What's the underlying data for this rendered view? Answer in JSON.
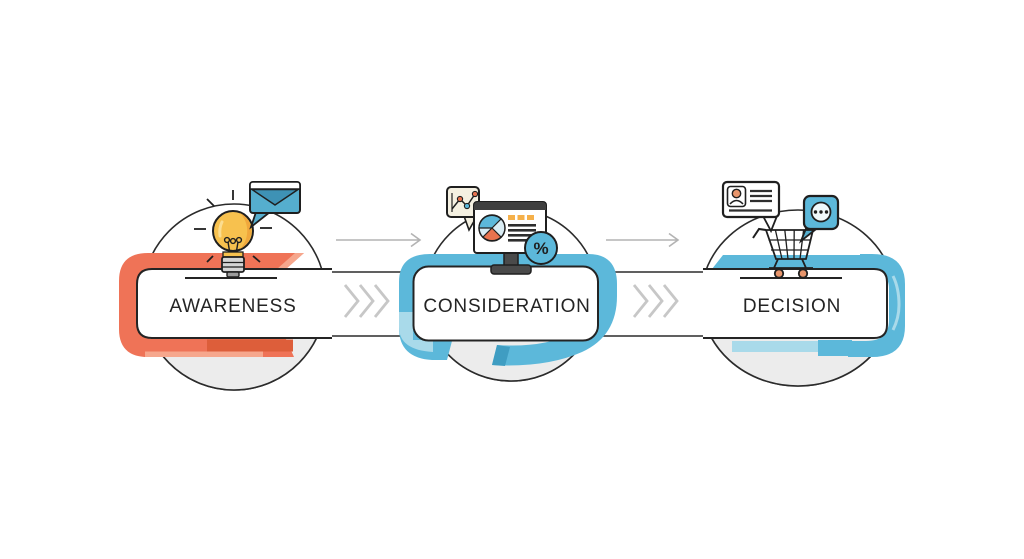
{
  "diagram": {
    "type": "funnel-stages",
    "stages": [
      {
        "label": "AWARENESS",
        "accent_color": "#EF7357",
        "icons": [
          "lightbulb-icon",
          "mail-message-bubble-icon"
        ]
      },
      {
        "label": "CONSIDERATION",
        "accent_color": "#5CB8DA",
        "icons": [
          "line-chart-bubble-icon",
          "analytics-monitor-icon",
          "percent-badge-icon"
        ],
        "percent_symbol": "%"
      },
      {
        "label": "DECISION",
        "accent_color": "#5CB8DA",
        "icons": [
          "review-card-bubble-icon",
          "chat-dots-bubble-icon",
          "shopping-cart-icon"
        ]
      }
    ],
    "connectors": [
      {
        "from": "AWARENESS",
        "to": "CONSIDERATION",
        "arrow": true,
        "chevrons": 3
      },
      {
        "from": "CONSIDERATION",
        "to": "DECISION",
        "arrow": true,
        "chevrons": 3
      }
    ],
    "colors": {
      "orange": "#EF7357",
      "orange_dark": "#DD5E3A",
      "orange_light": "#F6A78D",
      "blue": "#5CB8DA",
      "blue_dark": "#3F9DC2",
      "blue_light": "#A9DAEA",
      "bulb_yellow": "#F7C14E",
      "bulb_shade": "#F0A73C",
      "outline": "#1F1F1F",
      "circle_fill": "#ECECEC",
      "chevron_gray": "#C7C7C7",
      "arrow_gray": "#B3B3B3",
      "skin_orange": "#E8956B"
    }
  }
}
